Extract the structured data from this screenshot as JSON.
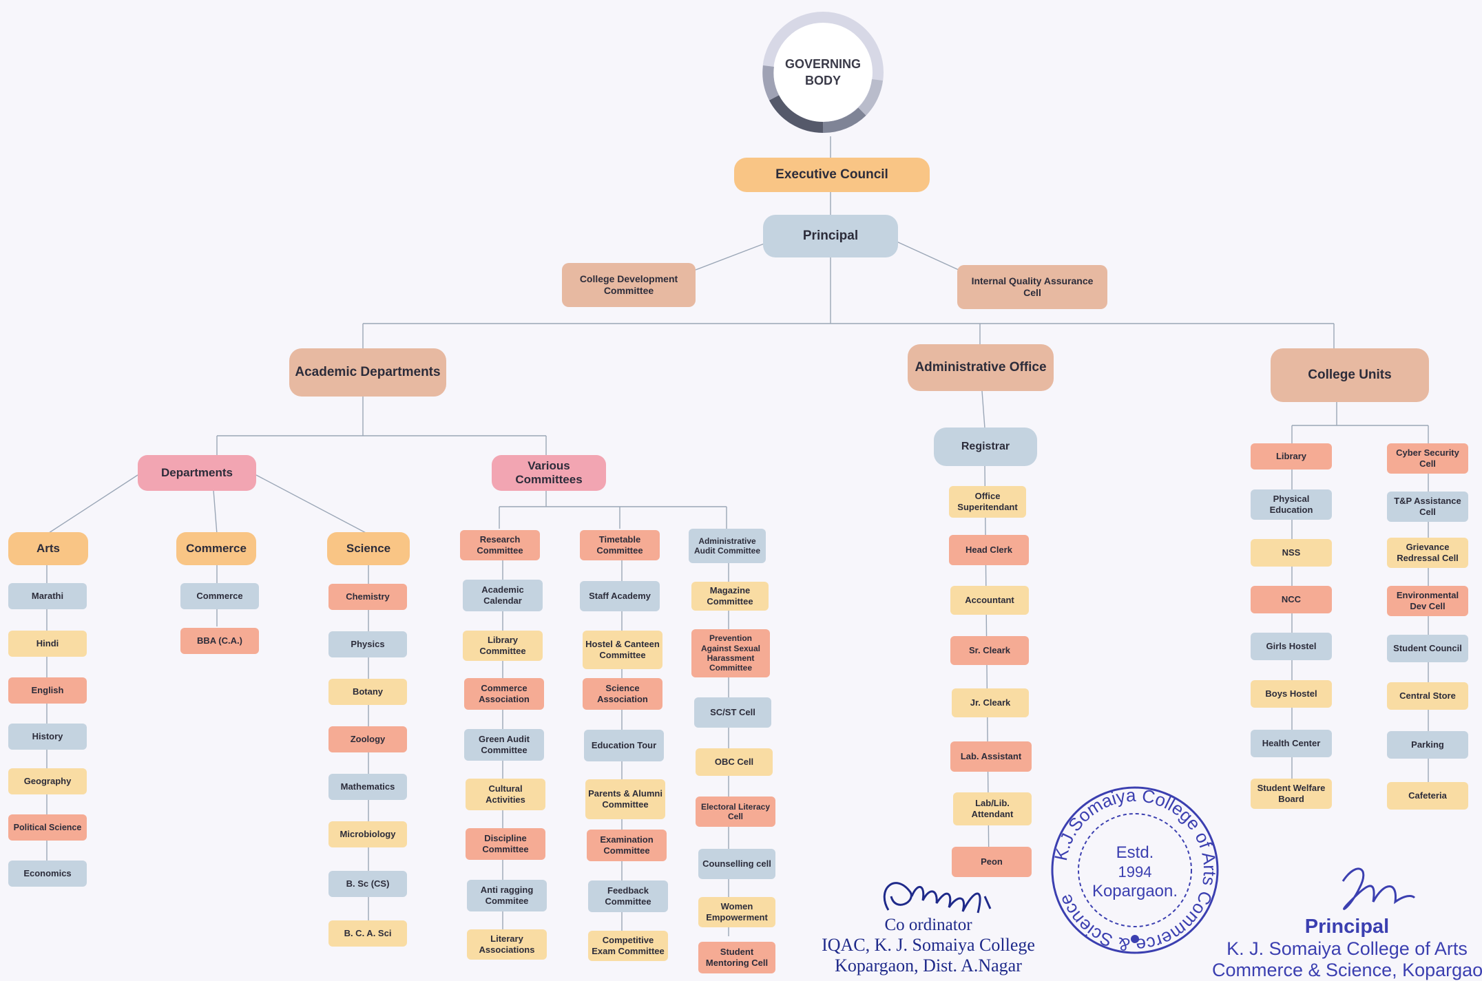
{
  "root": {
    "line1": "GOVERNING",
    "line2": "BODY"
  },
  "executive_council": "Executive Council",
  "principal": "Principal",
  "college_development": "College Development Committee",
  "iqac": "Internal Quality Assurance Cell",
  "academic_departments": "Academic Departments",
  "administrative_office": "Administrative Office",
  "college_units": "College Units",
  "departments": "Departments",
  "various_committees": "Various Committees",
  "arts": {
    "label": "Arts",
    "items": [
      "Marathi",
      "Hindi",
      "English",
      "History",
      "Geography",
      "Political Science",
      "Economics"
    ]
  },
  "commerce": {
    "label": "Commerce",
    "items": [
      "Commerce",
      "BBA (C.A.)"
    ]
  },
  "science": {
    "label": "Science",
    "items": [
      "Chemistry",
      "Physics",
      "Botany",
      "Zoology",
      "Mathematics",
      "Microbiology",
      "B. Sc (CS)",
      "B. C. A. Sci"
    ]
  },
  "committees": {
    "col1": [
      "Research Committee",
      "Academic Calendar",
      "Library Committee",
      "Commerce Association",
      "Green Audit Committee",
      "Cultural Activities",
      "Discipline Committee",
      "Anti ragging Commitee",
      "Literary Associations"
    ],
    "col2": [
      "Timetable Committee",
      "Staff Academy",
      "Hostel & Canteen Committee",
      "Science Association",
      "Education Tour",
      "Parents & Alumni Committee",
      "Examination Committee",
      "Feedback Committee",
      "Competitive Exam Committee"
    ],
    "col3": [
      "Administrative Audit Committee",
      "Magazine Committee",
      "Prevention Against Sexual Harassment Committee",
      "SC/ST Cell",
      "OBC Cell",
      "Electoral Literacy Cell",
      "Counselling cell",
      "Women Empowerment",
      "Student Mentoring Cell"
    ]
  },
  "admin": {
    "registrar": "Registrar",
    "items": [
      "Office Superitendant",
      "Head Clerk",
      "Accountant",
      "Sr. Cleark",
      "Jr. Cleark",
      "Lab. Assistant",
      "Lab/Lib. Attendant",
      "Peon"
    ]
  },
  "units": {
    "col1": [
      "Library",
      "Physical Education",
      "NSS",
      "NCC",
      "Girls Hostel",
      "Boys Hostel",
      "Health Center",
      "Student Welfare Board"
    ],
    "col2": [
      "Cyber Security Cell",
      "T&P Assistance Cell",
      "Grievance Redressal Cell",
      "Environmental Dev Cell",
      "Student Council",
      "Central Store",
      "Parking",
      "Cafeteria"
    ]
  },
  "coordinator": {
    "title": "Co ordinator",
    "line2": "IQAC, K. J. Somaiya College",
    "line3": "Kopargaon, Dist. A.Nagar"
  },
  "stamp": {
    "ring_text": "K.J.Somaiya College of Arts Commerce & Science",
    "line1": "Estd.",
    "line2": "1994",
    "line3": "Kopargaon."
  },
  "principal_sign": {
    "title": "Principal",
    "line2": "K. J. Somaiya College of Arts",
    "line3": "Commerce & Science, Kopargaon"
  },
  "colors": {
    "orange": "#f9c585",
    "blue": "#c4d3e0",
    "peach": "#e7b9a1",
    "pink": "#f2a5b2",
    "yellow": "#f9dca3",
    "salmon": "#f5ab94",
    "ink": "#1f2a8a",
    "stamp": "#3b3fb0"
  }
}
